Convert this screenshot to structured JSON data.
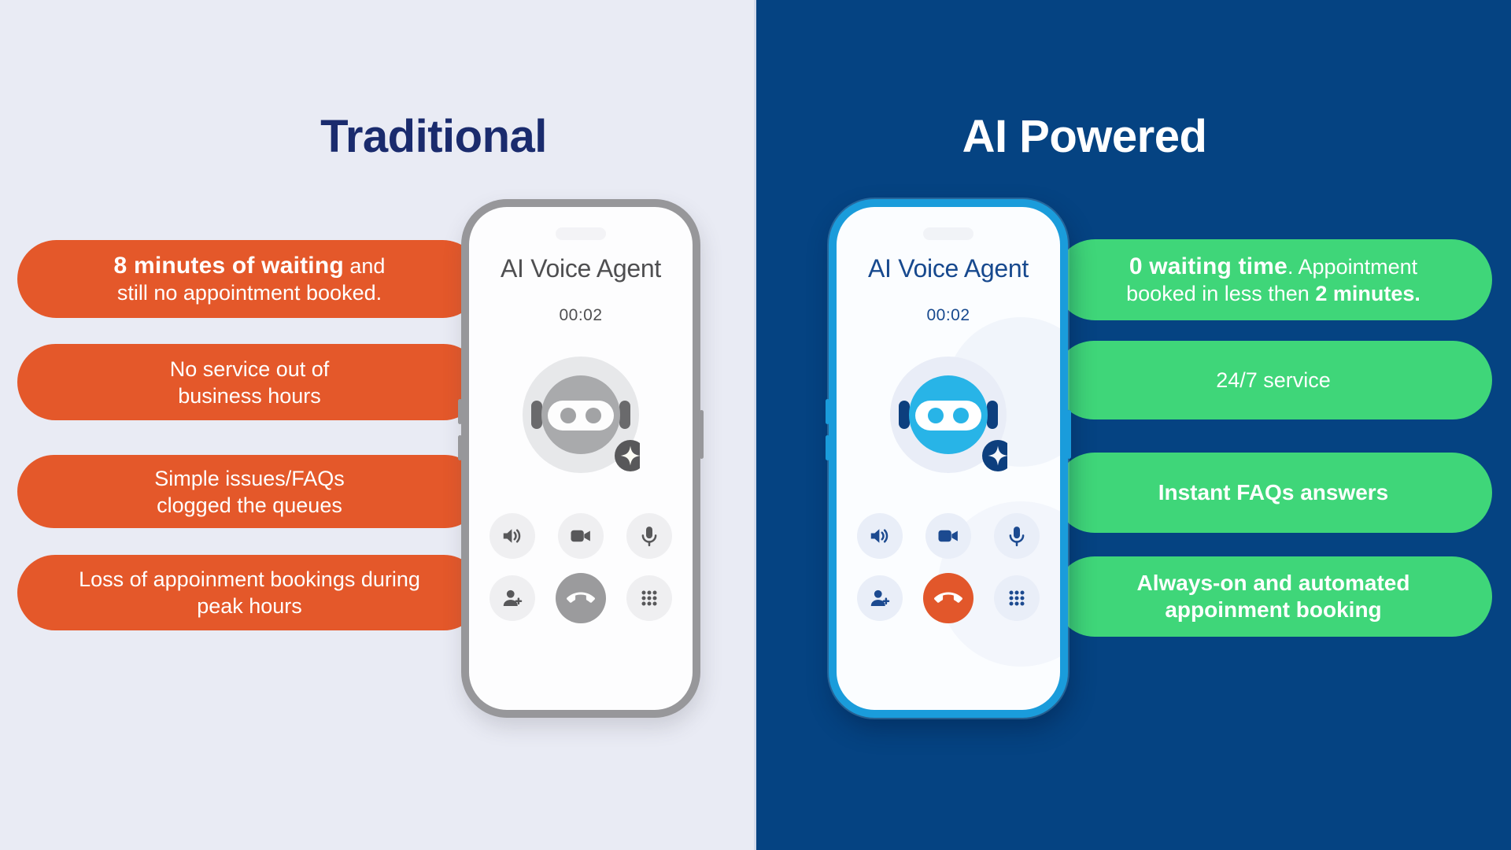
{
  "colors": {
    "left_background": "#e9ebf4",
    "right_background": "#054382",
    "orange_pill": "#e4582a",
    "green_pill": "#3fd679",
    "navy_title": "#1a2b6d",
    "gray_phone_frame": "#97979a",
    "blue_phone_frame": "#1a9cdb",
    "robot_cyan": "#28b4e7",
    "robot_navy": "#0d3f7e",
    "end_call_orange": "#e2572b"
  },
  "left": {
    "title": "Traditional",
    "pills": [
      {
        "seg_bold": "8 minutes of waiting",
        "seg_rest": " and",
        "line2": "still no appointment booked."
      },
      {
        "line1": "No service out of",
        "line2": "business hours"
      },
      {
        "line1": "Simple issues/FAQs",
        "line2": "clogged the queues"
      },
      {
        "line1": "Loss of appoinment bookings during",
        "line2": "peak hours"
      }
    ],
    "phone": {
      "contact": "AI Voice Agent",
      "timer": "00:02",
      "button_icons": [
        "speaker",
        "video-camera",
        "microphone",
        "add-person",
        "end-call",
        "keypad"
      ]
    }
  },
  "right": {
    "title": "AI Powered",
    "pills": [
      {
        "seg_bold": "0 waiting time",
        "seg_rest": ". Appointment",
        "line2_pre": "booked in less then ",
        "line2_bold": "2 minutes."
      },
      {
        "line1": "24/7 service"
      },
      {
        "line1": "Instant FAQs answers"
      },
      {
        "line1": "Always-on and automated",
        "line2": "appoinment booking"
      }
    ],
    "phone": {
      "contact": "AI Voice Agent",
      "timer": "00:02",
      "button_icons": [
        "speaker",
        "video-camera",
        "microphone",
        "add-person",
        "end-call",
        "keypad"
      ]
    }
  }
}
